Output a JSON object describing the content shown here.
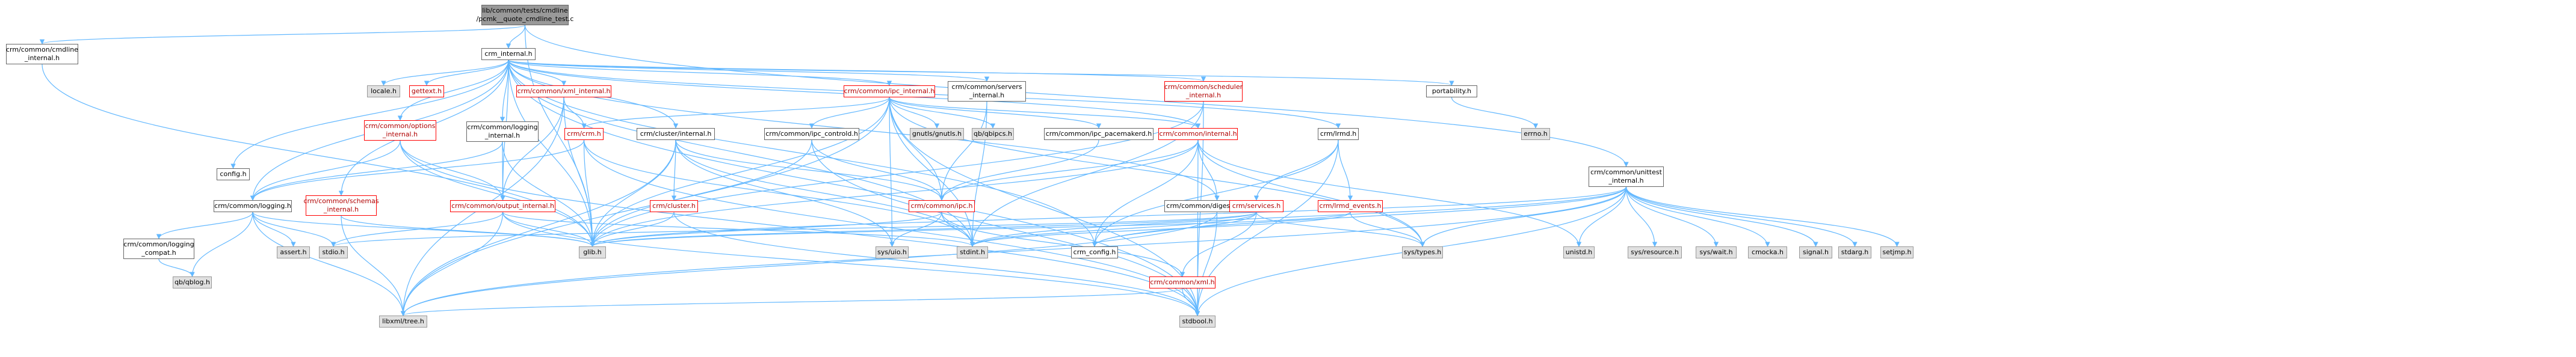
{
  "colors": {
    "edge": "#63b8ff",
    "edge_dark": "#4f8fd6",
    "node_border": "#666666",
    "missing_border": "#ff0000",
    "system_fill": "#e0e0e0",
    "root_fill": "#999999"
  },
  "nodes": {
    "root": "lib/common/tests/cmdline\n/pcmk__quote_cmdline_test.c",
    "cmdline_internal": "crm/common/cmdline\n_internal.h",
    "crm_internal": "crm_internal.h",
    "unittest_internal": "crm/common/unittest\n_internal.h",
    "config": "config.h",
    "logging": "crm/common/logging.h",
    "schemas_internal": "crm/common/schemas\n_internal.h",
    "options_internal": "crm/common/options\n_internal.h",
    "logging_internal": "crm/common/logging\n_internal.h",
    "locale": "locale.h",
    "gettext": "gettext.h",
    "xml_internal": "crm/common/xml_internal.h",
    "crm": "crm/crm.h",
    "cluster_internal": "crm/cluster/internal.h",
    "ipc_internal": "crm/common/ipc_internal.h",
    "servers_internal": "crm/common/servers\n_internal.h",
    "scheduler_internal": "crm/common/scheduler\n_internal.h",
    "lrmd": "crm/lrmd.h",
    "portability": "portability.h",
    "errno": "errno.h",
    "logging_compat": "crm/common/logging\n_compat.h",
    "qb_qblog": "qb/qblog.h",
    "libxml_tree": "libxml/tree.h",
    "stdio": "stdio.h",
    "assert": "assert.h",
    "glib": "glib.h",
    "output_internal": "crm/common/output_internal.h",
    "cluster": "crm/cluster.h",
    "ipc_controld": "crm/common/ipc_controld.h",
    "gnutls": "gnutls/gnutls.h",
    "qb_qbipcs": "qb/qbipcs.h",
    "ipc_pacemakerd": "crm/common/ipc_pacemakerd.h",
    "common_internal": "crm/common/internal.h",
    "digest_internal": "crm/common/digest_internal.h",
    "ipc": "crm/common/ipc.h",
    "sys_uio": "sys/uio.h",
    "stdint": "stdint.h",
    "crm_config": "crm_config.h",
    "xml": "crm/common/xml.h",
    "stdbool": "stdbool.h",
    "services": "crm/services.h",
    "lrmd_events": "crm/lrmd_events.h",
    "sys_types": "sys/types.h",
    "unistd": "unistd.h",
    "sys_resource": "sys/resource.h",
    "sys_wait": "sys/wait.h",
    "cmocka": "cmocka.h",
    "signal": "signal.h",
    "stdarg": "stdarg.h",
    "setjmp": "setjmp.h"
  }
}
